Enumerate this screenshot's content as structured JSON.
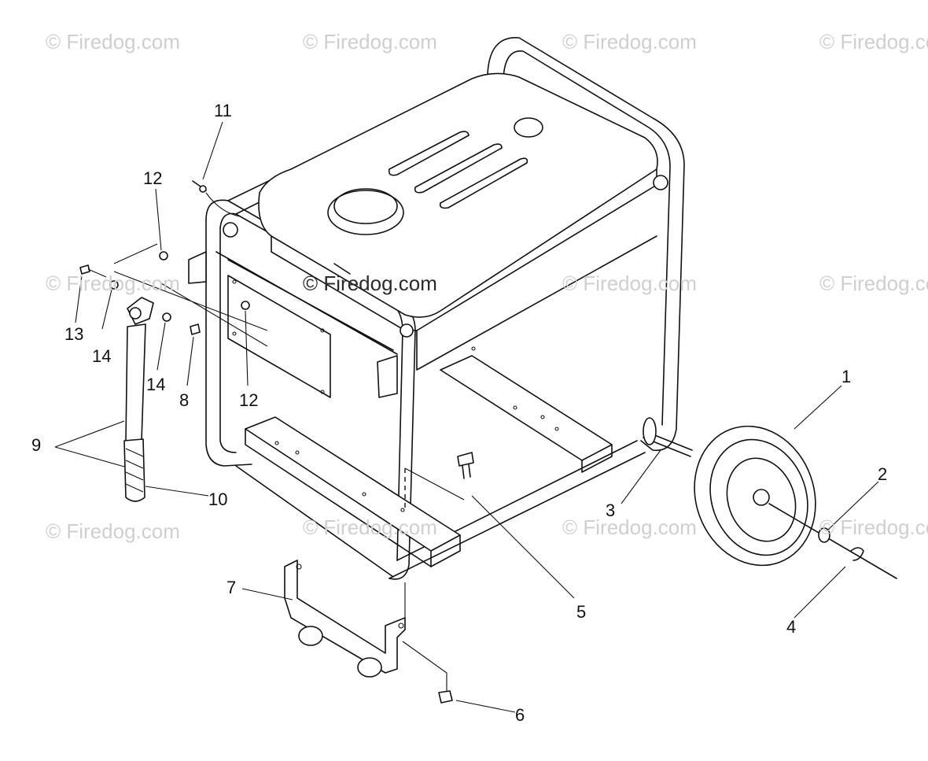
{
  "watermark": "© Firedog.com",
  "callouts": {
    "c1": "1",
    "c2": "2",
    "c3": "3",
    "c4": "4",
    "c5": "5",
    "c6": "6",
    "c7": "7",
    "c8": "8",
    "c9": "9",
    "c10": "10",
    "c11": "11",
    "c12a": "12",
    "c12b": "12",
    "c13": "13",
    "c14a": "14",
    "c14b": "14"
  },
  "colors": {
    "line": "#111111",
    "watermark": "#cfcfcf"
  }
}
